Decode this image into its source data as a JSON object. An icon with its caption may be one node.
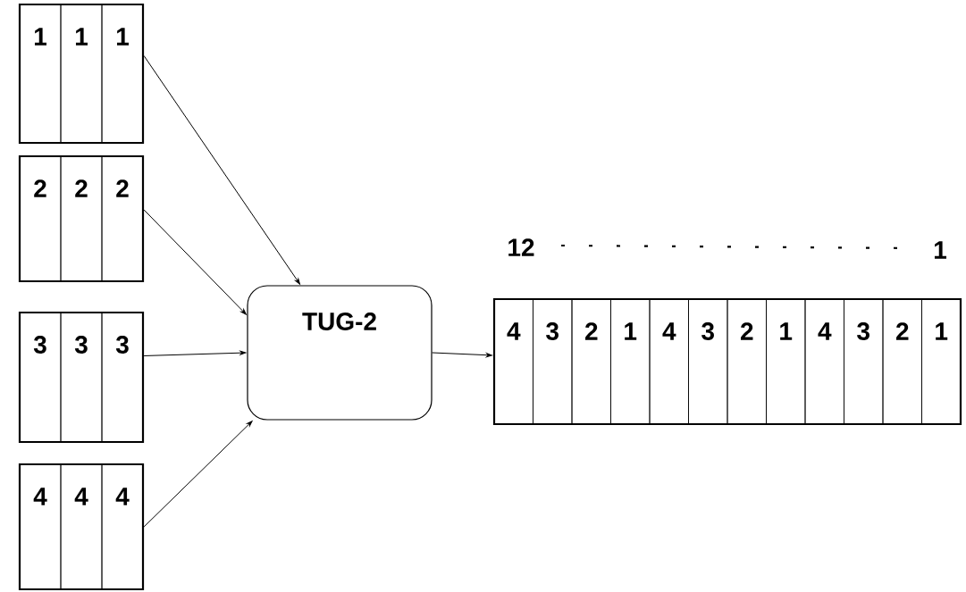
{
  "diagram": {
    "nodes": [
      {
        "text": [
          "1",
          "1",
          "1"
        ]
      },
      {
        "text": [
          "2",
          "2",
          "2"
        ]
      },
      {
        "text": [
          "3",
          "3",
          "3"
        ]
      },
      {
        "text": [
          "4",
          "4",
          "4"
        ]
      },
      {
        "text": [
          "TUG-2"
        ]
      },
      {
        "text": [
          "4",
          "3",
          "2",
          "1",
          "4",
          "3",
          "2",
          "1",
          "4",
          "3",
          "2",
          "1"
        ]
      }
    ],
    "edges": [
      {
        "from": 0,
        "to": 4,
        "arrow": "to"
      },
      {
        "from": 1,
        "to": 4,
        "arrow": "to"
      },
      {
        "from": 2,
        "to": 4,
        "arrow": "to"
      },
      {
        "from": 3,
        "to": 4,
        "arrow": "to"
      },
      {
        "from": 4,
        "to": 5,
        "arrow": "to"
      }
    ],
    "labels": [
      "12",
      "1"
    ]
  }
}
